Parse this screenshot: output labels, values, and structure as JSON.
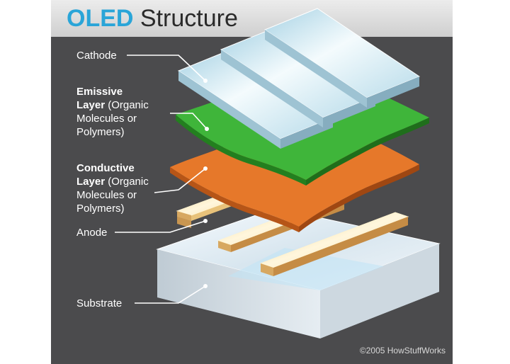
{
  "title": {
    "brand": "OLED",
    "rest": "Structure"
  },
  "labels": {
    "cathode": "Cathode",
    "emissive": {
      "bold1": "Emissive",
      "bold2": "Layer",
      "rest1": " (Organic",
      "line3": "Molecules or",
      "line4": "Polymers)"
    },
    "conductive": {
      "bold1": "Conductive",
      "bold2": "Layer",
      "rest1": " (Organic",
      "line3": "Molecules or",
      "line4": "Polymers)"
    },
    "anode": "Anode",
    "substrate": "Substrate"
  },
  "copyright": "©2005 HowStuffWorks",
  "colors": {
    "background": "#4b4b4d",
    "title_accent": "#2aa5d8",
    "emissive": "#3fb53a",
    "conductive": "#e6782a",
    "cathode_glass": "#d9eef6",
    "anode_glass": "#f3dfaa",
    "substrate_glass": "#dfe9f1"
  }
}
